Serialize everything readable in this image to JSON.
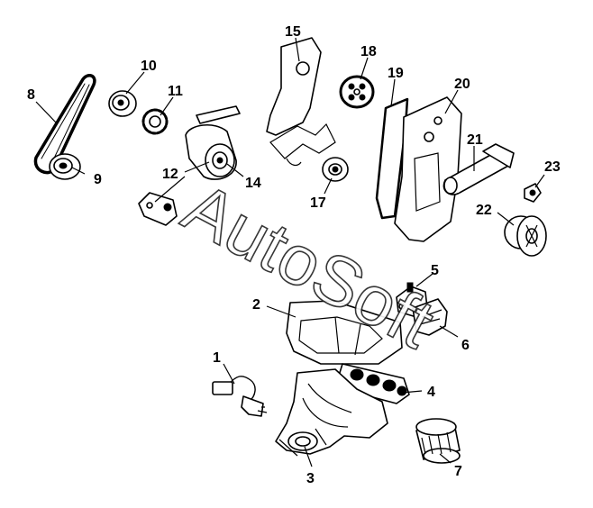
{
  "watermark": "AutoSoft",
  "labels": [
    {
      "id": "1",
      "text": "1"
    },
    {
      "id": "2",
      "text": "2"
    },
    {
      "id": "3",
      "text": "3"
    },
    {
      "id": "4",
      "text": "4"
    },
    {
      "id": "5",
      "text": "5"
    },
    {
      "id": "6",
      "text": "6"
    },
    {
      "id": "7",
      "text": "7"
    },
    {
      "id": "8",
      "text": "8"
    },
    {
      "id": "9",
      "text": "9"
    },
    {
      "id": "10",
      "text": "10"
    },
    {
      "id": "11",
      "text": "11"
    },
    {
      "id": "12",
      "text": "12"
    },
    {
      "id": "14",
      "text": "14"
    },
    {
      "id": "15",
      "text": "15"
    },
    {
      "id": "17",
      "text": "17"
    },
    {
      "id": "18",
      "text": "18"
    },
    {
      "id": "19",
      "text": "19"
    },
    {
      "id": "20",
      "text": "20"
    },
    {
      "id": "21",
      "text": "21"
    },
    {
      "id": "22",
      "text": "22"
    },
    {
      "id": "23",
      "text": "23"
    }
  ]
}
